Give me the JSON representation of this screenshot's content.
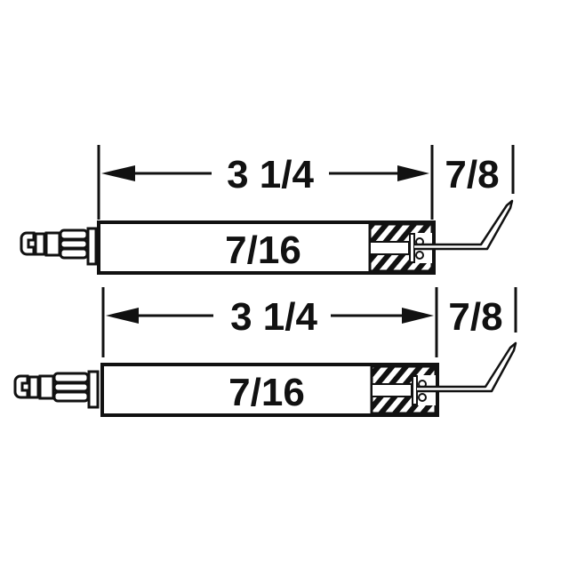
{
  "diagram": {
    "type": "technical-drawing",
    "subject": "ignition electrode pair",
    "stroke_color": "#111111",
    "background": "#ffffff",
    "electrodes": [
      {
        "id": "top",
        "length_label": "3 1/4",
        "diameter_label": "7/16",
        "tip_extension_label": "7/8"
      },
      {
        "id": "bottom",
        "length_label": "3 1/4",
        "diameter_label": "7/16",
        "tip_extension_label": "7/8"
      }
    ]
  }
}
